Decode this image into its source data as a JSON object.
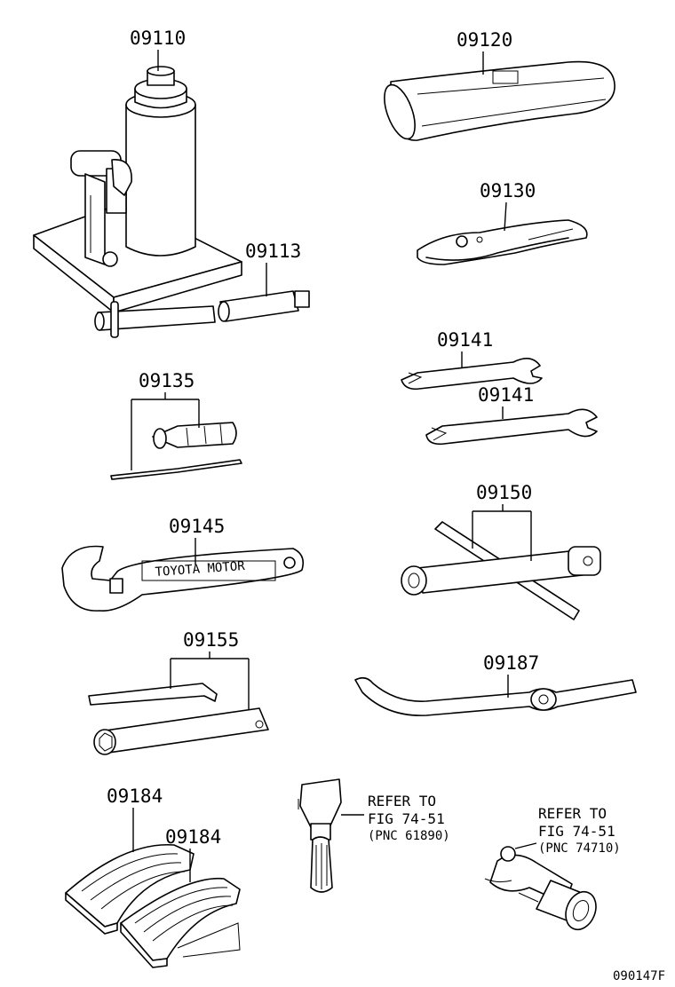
{
  "parts": {
    "jack": "09110",
    "tool_bag": "09120",
    "pliers": "09130",
    "jack_handle": "09113",
    "screwdriver": "09135",
    "wrench_small": "09141",
    "wrench_large": "09141",
    "adjustable_wrench": "09145",
    "cross_wrench": "09150",
    "socket_set": "09155",
    "towing_hook": "09187",
    "wheel_chock_1": "09184",
    "wheel_chock_2": "09184"
  },
  "wrench_engraving": "TOYOTA MOTOR",
  "references": {
    "ref1": {
      "line1": "REFER TO",
      "line2": "FIG 74-51",
      "line3": "(PNC 61890)"
    },
    "ref2": {
      "line1": "REFER TO",
      "line2": "FIG 74-51",
      "line3": "(PNC 74710)"
    }
  },
  "figure_code": "090147F"
}
